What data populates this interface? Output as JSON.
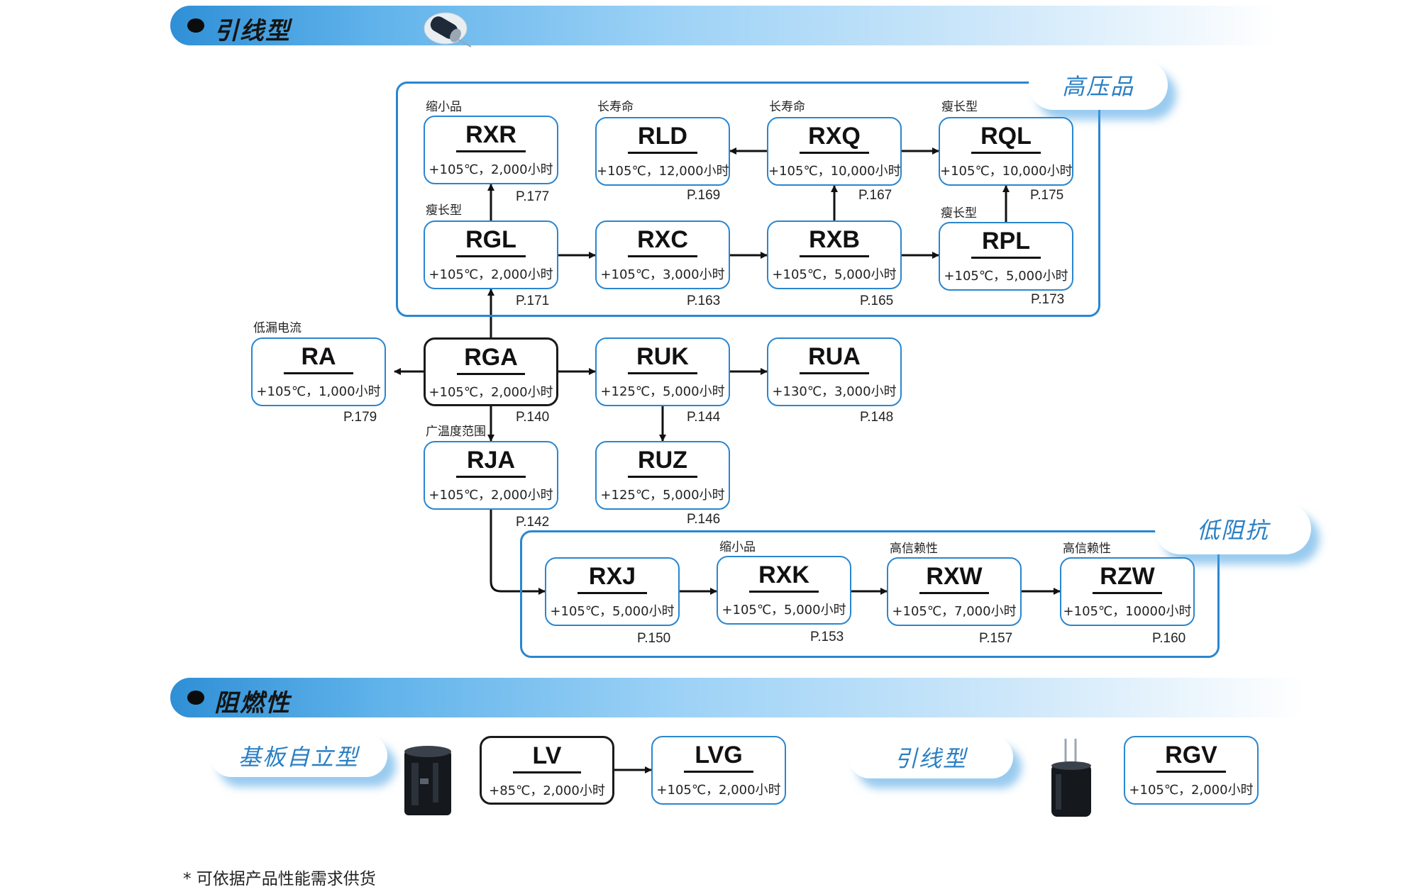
{
  "sections": {
    "lead": {
      "title": "引线型"
    },
    "flame": {
      "title": "阻燃性"
    }
  },
  "groups": {
    "high_voltage": {
      "label": "高压品"
    },
    "low_impedance": {
      "label": "低阻抗"
    },
    "snap_in": {
      "label": "基板自立型"
    },
    "lead_type": {
      "label": "引线型"
    }
  },
  "products": {
    "RXR": {
      "code": "RXR",
      "spec": "+105℃，2,000小时",
      "page": "P.177",
      "tag": "缩小品"
    },
    "RLD": {
      "code": "RLD",
      "spec": "+105℃，12,000小时",
      "page": "P.169",
      "tag": "长寿命"
    },
    "RXQ": {
      "code": "RXQ",
      "spec": "+105℃，10,000小时",
      "page": "P.167",
      "tag": "长寿命"
    },
    "RQL": {
      "code": "RQL",
      "spec": "+105℃，10,000小时",
      "page": "P.175",
      "tag": "瘦长型"
    },
    "RGL": {
      "code": "RGL",
      "spec": "+105℃，2,000小时",
      "page": "P.171",
      "tag": "瘦长型"
    },
    "RXC": {
      "code": "RXC",
      "spec": "+105℃，3,000小时",
      "page": "P.163"
    },
    "RXB": {
      "code": "RXB",
      "spec": "+105℃，5,000小时",
      "page": "P.165"
    },
    "RPL": {
      "code": "RPL",
      "spec": "+105℃，5,000小时",
      "page": "P.173",
      "tag": "瘦长型"
    },
    "RA": {
      "code": "RA",
      "spec": "+105℃，1,000小时",
      "page": "P.179",
      "tag": "低漏电流"
    },
    "RGA": {
      "code": "RGA",
      "spec": "+105℃，2,000小时",
      "page": "P.140"
    },
    "RUK": {
      "code": "RUK",
      "spec": "+125℃，5,000小时",
      "page": "P.144"
    },
    "RUA": {
      "code": "RUA",
      "spec": "+130℃，3,000小时",
      "page": "P.148"
    },
    "RJA": {
      "code": "RJA",
      "spec": "+105℃，2,000小时",
      "page": "P.142",
      "tag": "广温度范围"
    },
    "RUZ": {
      "code": "RUZ",
      "spec": "+125℃，5,000小时",
      "page": "P.146"
    },
    "RXJ": {
      "code": "RXJ",
      "spec": "+105℃，5,000小时",
      "page": "P.150"
    },
    "RXK": {
      "code": "RXK",
      "spec": "+105℃，5,000小时",
      "page": "P.153",
      "tag": "缩小品"
    },
    "RXW": {
      "code": "RXW",
      "spec": "+105℃，7,000小时",
      "page": "P.157",
      "tag": "高信赖性"
    },
    "RZW": {
      "code": "RZW",
      "spec": "+105℃，10000小时",
      "page": "P.160",
      "tag": "高信赖性"
    },
    "LV": {
      "code": "LV",
      "spec": "+85℃，2,000小时"
    },
    "LVG": {
      "code": "LVG",
      "spec": "+105℃，2,000小时"
    },
    "RGV": {
      "code": "RGV",
      "spec": "+105℃，2,000小时"
    }
  },
  "colors": {
    "accent": "#2a86cf",
    "arrow": "#111111",
    "pill_text": "#2a7fc4"
  },
  "footnote": "* 可依据产品性能需求供货"
}
